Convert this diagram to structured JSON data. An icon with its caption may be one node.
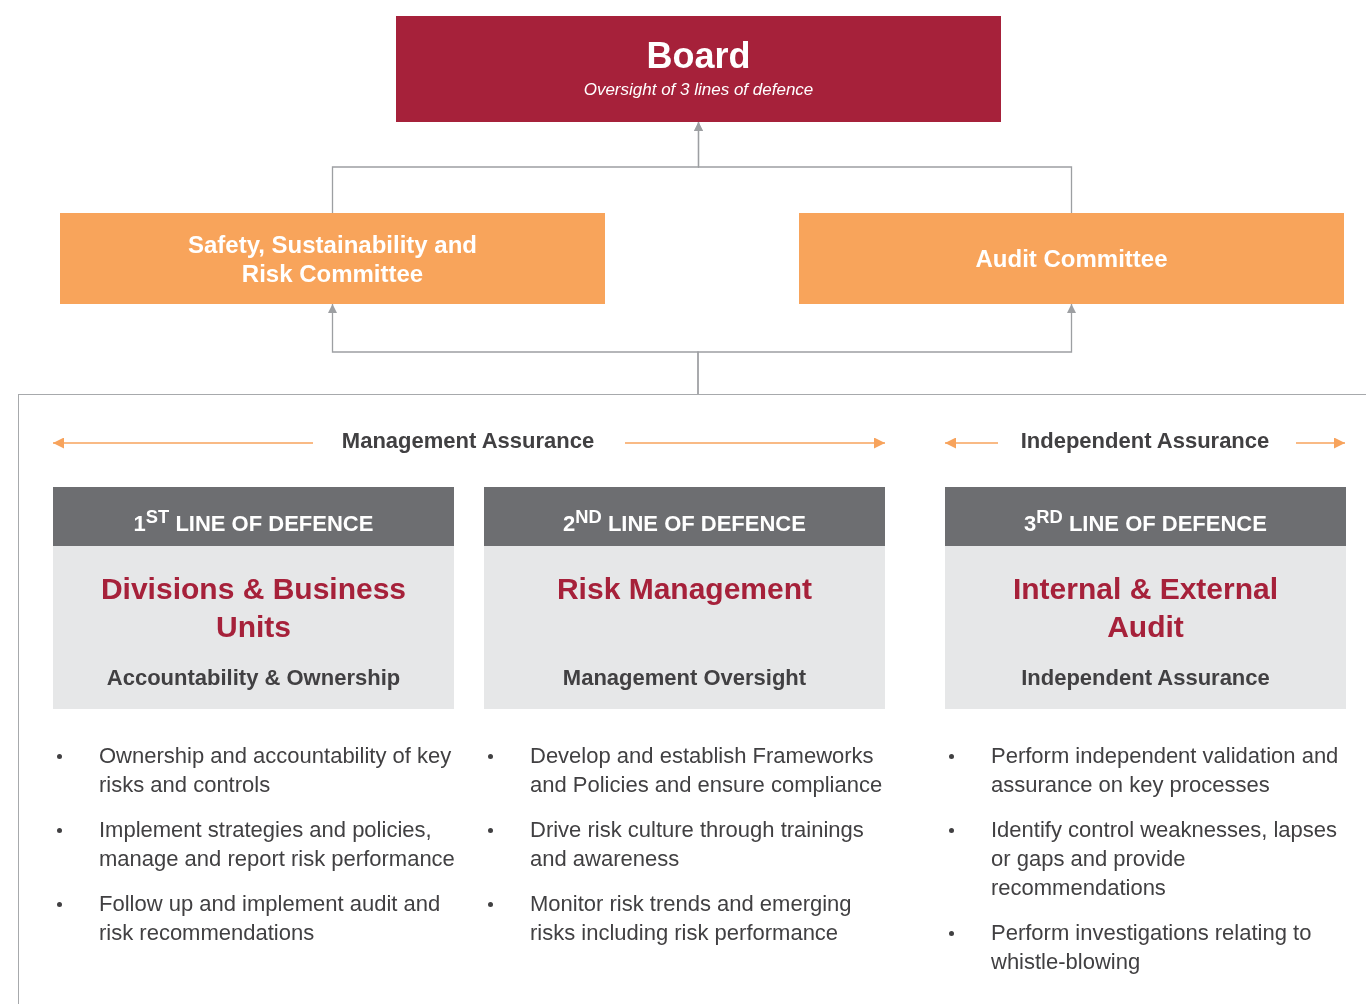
{
  "diagram": {
    "nodes": [
      {
        "text": [
          "Board",
          "Oversight of 3 lines of defence"
        ]
      },
      {
        "text": [
          "Safety, Sustainability and Risk Committee"
        ]
      },
      {
        "text": [
          "Audit Committee"
        ]
      },
      {
        "text": [],
        "shape": "box"
      },
      {
        "text": [
          "1$^{ST}$ LINE OF DEFENCE",
          "Divisions & Business Units",
          "Accountability & Ownership"
        ],
        "in": 3,
        "beside": [
          "Ownership and accountability of key risks and controls",
          "Implement strategies and policies, manage and report risk performance",
          "Follow up and implement audit and risk recommendations"
        ]
      },
      {
        "text": [
          "2$^{ND}$ LINE OF DEFENCE",
          "Risk Management",
          "Management Oversight"
        ],
        "in": 3,
        "beside": [
          "Develop and establish Frameworks and Policies and ensure compliance",
          "Drive risk culture through trainings and awareness",
          "Monitor risk trends and emerging risks including risk performance"
        ]
      },
      {
        "text": [
          "3$^{RD}$ LINE OF DEFENCE",
          "Internal & External Audit",
          "Independent Assurance"
        ],
        "in": 3,
        "beside": [
          "Perform independent validation and assurance on key processes",
          "Identify control weaknesses, lapses or gaps and provide recommendations",
          "Perform investigations relating to whistle-blowing"
        ]
      }
    ],
    "edges": [
      {
        "from": 1,
        "to": 0,
        "arrow": "to"
      },
      {
        "from": 2,
        "to": 0,
        "arrow": "to"
      },
      {
        "from": 3,
        "to": 1,
        "arrow": "to"
      },
      {
        "from": 3,
        "to": 2,
        "arrow": "to"
      }
    ],
    "labels": [
      "Management Assurance",
      "Independent Assurance"
    ]
  }
}
